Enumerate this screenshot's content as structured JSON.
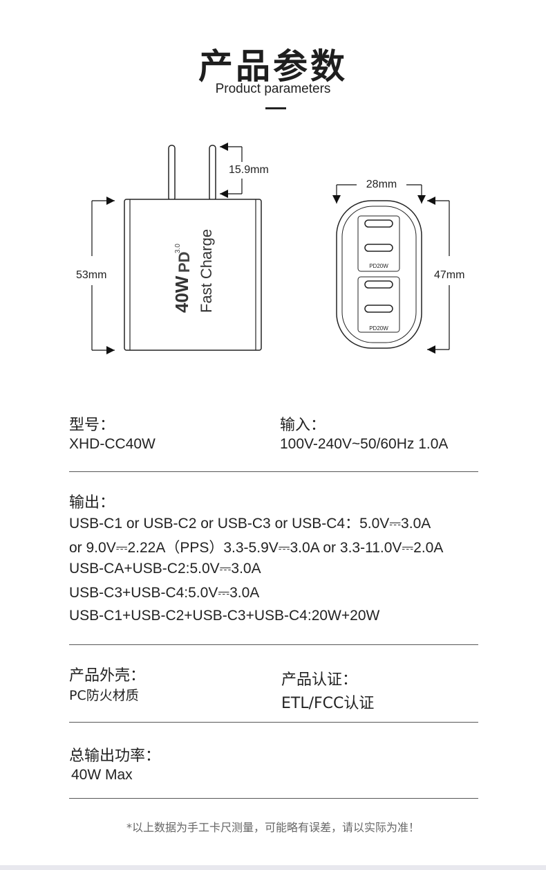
{
  "header": {
    "title": "产品参数",
    "subtitle": "Product parameters"
  },
  "diagram": {
    "prong_length": "15.9mm",
    "height": "53mm",
    "width": "28mm",
    "depth": "47mm",
    "brand_power": "40W",
    "brand_pd": "PD",
    "brand_pd_version": "3.0",
    "brand_tagline": "Fast Charge",
    "port_label_1": "PD20W",
    "port_label_2": "PD20W"
  },
  "specs": {
    "model": {
      "label": "型号：",
      "value": "XHD-CC40W"
    },
    "input": {
      "label": "输入：",
      "value": "100V-240V~50/60Hz  1.0A"
    },
    "output": {
      "label": "输出：",
      "lines": [
        "USB-C1 or USB-C2 or USB-C3 or USB-C4：5.0V⎓3.0A",
        "or 9.0V⎓2.22A（PPS）3.3-5.9V⎓3.0A or 3.3-11.0V⎓2.0A",
        "USB-CA+USB-C2:5.0V⎓3.0A",
        "USB-C3+USB-C4:5.0V⎓3.0A",
        "USB-C1+USB-C2+USB-C3+USB-C4:20W+20W"
      ]
    },
    "shell": {
      "label": "产品外壳：",
      "value": "PC防火材质"
    },
    "cert": {
      "label": "产品认证：",
      "value": "ETL/FCC认证"
    },
    "power": {
      "label": "总输出功率：",
      "value": "40W  Max"
    }
  },
  "footer": {
    "note": "*以上数据为手工卡尺测量，可能略有误差，请以实际为准！"
  }
}
